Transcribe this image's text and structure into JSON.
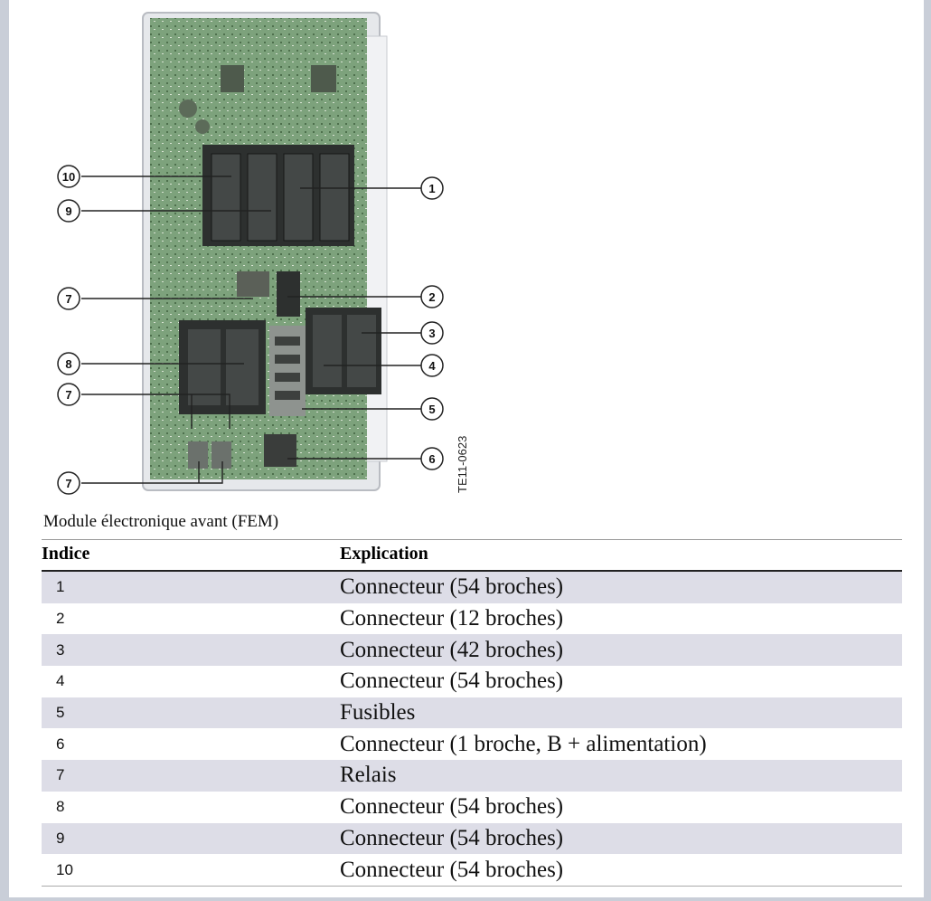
{
  "figure": {
    "code": "TE11-0623",
    "callouts": [
      "1",
      "2",
      "3",
      "4",
      "5",
      "6",
      "7",
      "8",
      "9",
      "10"
    ]
  },
  "caption": "Module électronique avant (FEM)",
  "table": {
    "headers": {
      "index": "Indice",
      "explanation": "Explication"
    },
    "rows": [
      {
        "index": "1",
        "text": "Connecteur (54 broches)"
      },
      {
        "index": "2",
        "text": "Connecteur (12 broches)"
      },
      {
        "index": "3",
        "text": "Connecteur (42 broches)"
      },
      {
        "index": "4",
        "text": "Connecteur (54 broches)"
      },
      {
        "index": "5",
        "text": "Fusibles"
      },
      {
        "index": "6",
        "text": "Connecteur (1 broche, B + alimentation)"
      },
      {
        "index": "7",
        "text": "Relais"
      },
      {
        "index": "8",
        "text": "Connecteur (54 broches)"
      },
      {
        "index": "9",
        "text": "Connecteur (54 broches)"
      },
      {
        "index": "10",
        "text": "Connecteur (54 broches)"
      }
    ]
  }
}
